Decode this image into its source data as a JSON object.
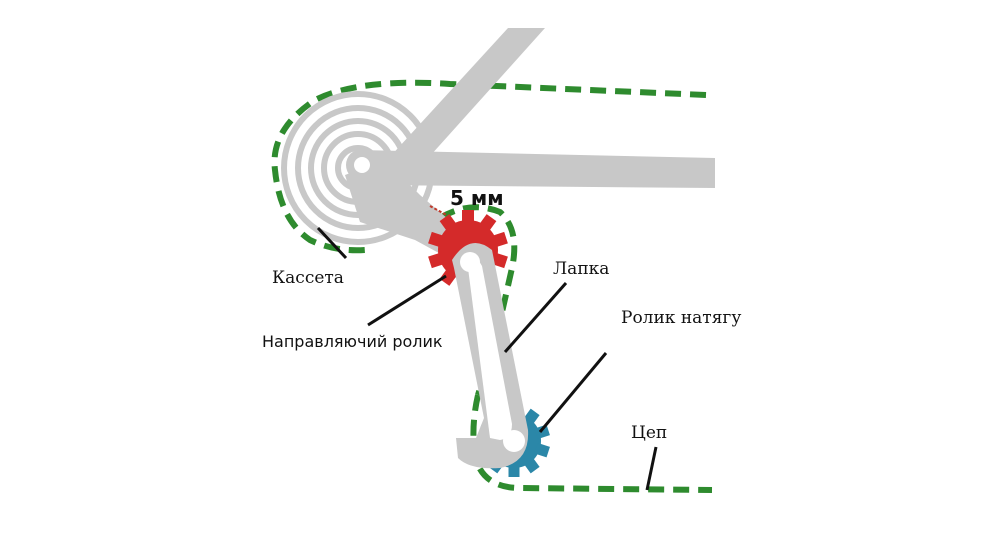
{
  "labels": {
    "gap": "5 мм",
    "cassette": "Кассета",
    "guide_pulley": "Направляючий ролик",
    "cage": "Лапка",
    "tension_pulley": "Ролик натягу",
    "chain": "Цеп"
  },
  "colors": {
    "frame": "#c8c8c8",
    "chain": "#2e8b2e",
    "guide_pulley": "#d42a2a",
    "tension_pulley": "#2b87a8",
    "leader": "#111111",
    "gap_marker": "#c0392b"
  }
}
